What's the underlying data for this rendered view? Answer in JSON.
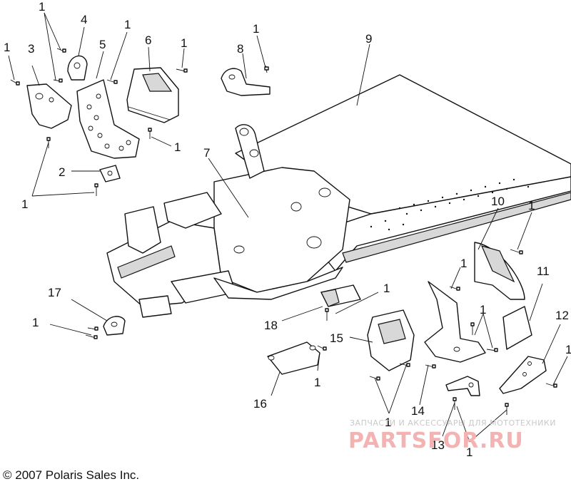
{
  "callouts": [
    {
      "id": "c1a",
      "text": "1"
    },
    {
      "id": "c1b",
      "text": "1"
    },
    {
      "id": "c1c",
      "text": "1"
    },
    {
      "id": "c1d",
      "text": "1"
    },
    {
      "id": "c1e",
      "text": "1"
    },
    {
      "id": "c1f",
      "text": "1"
    },
    {
      "id": "c1g",
      "text": "1"
    },
    {
      "id": "c1h",
      "text": "1"
    },
    {
      "id": "c1i",
      "text": "1"
    },
    {
      "id": "c1j",
      "text": "1"
    },
    {
      "id": "c1k",
      "text": "1"
    },
    {
      "id": "c1l",
      "text": "1"
    },
    {
      "id": "c1m",
      "text": "1"
    },
    {
      "id": "c1n",
      "text": "1"
    },
    {
      "id": "c1o",
      "text": "1"
    },
    {
      "id": "c1p",
      "text": "1"
    },
    {
      "id": "c2",
      "text": "2"
    },
    {
      "id": "c3",
      "text": "3"
    },
    {
      "id": "c4",
      "text": "4"
    },
    {
      "id": "c5",
      "text": "5"
    },
    {
      "id": "c6",
      "text": "6"
    },
    {
      "id": "c7",
      "text": "7"
    },
    {
      "id": "c8",
      "text": "8"
    },
    {
      "id": "c9",
      "text": "9"
    },
    {
      "id": "c10",
      "text": "10"
    },
    {
      "id": "c11",
      "text": "11"
    },
    {
      "id": "c12",
      "text": "12"
    },
    {
      "id": "c13",
      "text": "13"
    },
    {
      "id": "c14",
      "text": "14"
    },
    {
      "id": "c15",
      "text": "15"
    },
    {
      "id": "c16",
      "text": "16"
    },
    {
      "id": "c17",
      "text": "17"
    },
    {
      "id": "c18",
      "text": "18"
    }
  ],
  "copyright": "© 2007 Polaris Sales Inc.",
  "watermark": {
    "tagline": "ЗАПЧАСТИ И АКСЕССУАРЫ ДЛЯ МОТОТЕХНИКИ",
    "logo": "PARTSFOR.RU"
  }
}
